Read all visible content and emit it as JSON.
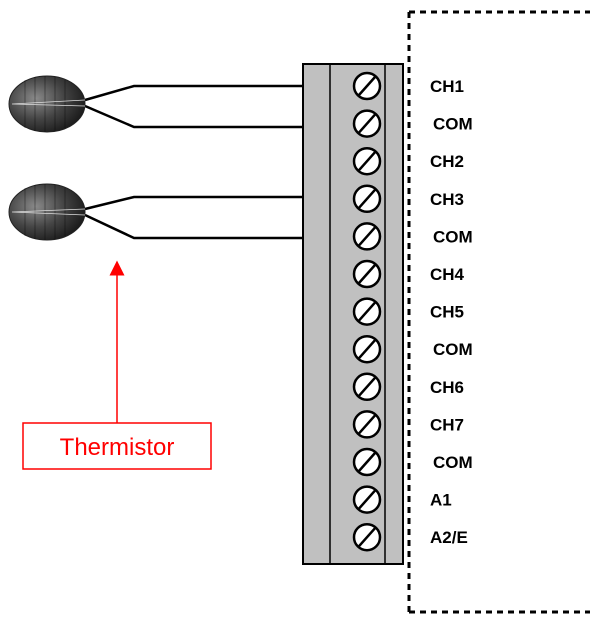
{
  "callout": {
    "label": "Thermistor",
    "color": "#ff0000"
  },
  "terminal_block": {
    "fill_color": "#c0c0c0",
    "screw_count": 13,
    "labels": [
      "CH1",
      "COM",
      "CH2",
      "CH3",
      "COM",
      "CH4",
      "CH5",
      "COM",
      "CH6",
      "CH7",
      "COM",
      "A1",
      "A2/E"
    ]
  },
  "thermistors": [
    {
      "connected_to": [
        "CH1",
        "COM"
      ]
    },
    {
      "connected_to": [
        "CH3",
        "COM"
      ]
    }
  ],
  "enclosure": {
    "border_style": "dashed"
  }
}
